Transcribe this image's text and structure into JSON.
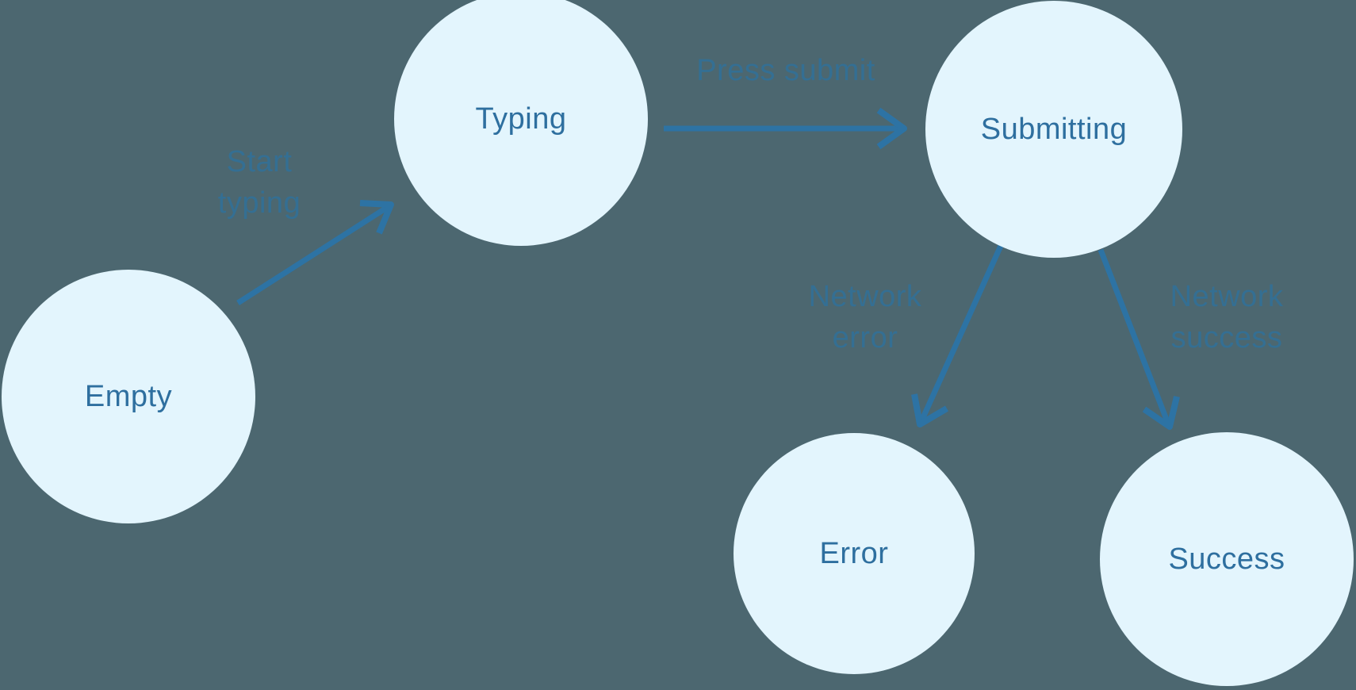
{
  "diagram": {
    "type": "state-machine",
    "background_color": "#4C6770",
    "node_fill_color": "#E3F5FD",
    "node_text_color": "#2E6F9F",
    "edge_color": "#2D73A4",
    "states": [
      {
        "id": "empty",
        "label": "Empty"
      },
      {
        "id": "typing",
        "label": "Typing"
      },
      {
        "id": "submitting",
        "label": "Submitting"
      },
      {
        "id": "error",
        "label": "Error"
      },
      {
        "id": "success",
        "label": "Success"
      }
    ],
    "transitions": [
      {
        "from": "empty",
        "to": "typing",
        "label": "Start typing"
      },
      {
        "from": "typing",
        "to": "submitting",
        "label": "Press submit"
      },
      {
        "from": "submitting",
        "to": "error",
        "label": "Network error"
      },
      {
        "from": "submitting",
        "to": "success",
        "label": "Network success"
      }
    ]
  }
}
